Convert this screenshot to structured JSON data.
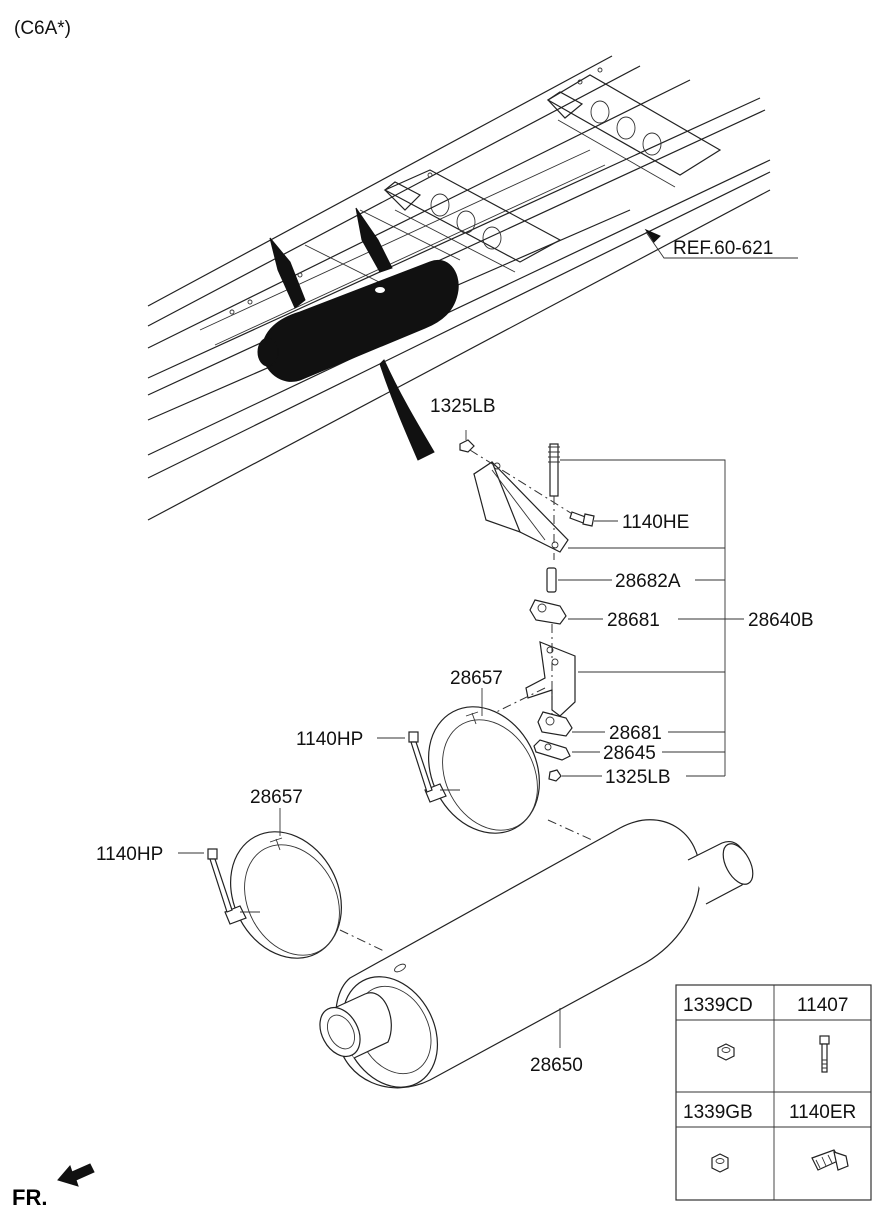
{
  "variant_label": "(C6A*)",
  "ref_label": "REF.60-621",
  "front_label": "FR.",
  "callouts": {
    "nut_top": "1325LB",
    "bolt_he": "1140HE",
    "pin": "28682A",
    "rubber_upper": "28681",
    "hanger_assy": "28640B",
    "rubber_lower": "28681",
    "washer": "28645",
    "nut_bottom": "1325LB",
    "band_upper": "28657",
    "bolt_hp_upper": "1140HP",
    "band_lower": "28657",
    "bolt_hp_lower": "1140HP",
    "muffler": "28650"
  },
  "legend": {
    "cells": [
      "1339CD",
      "11407",
      "1339GB",
      "1140ER"
    ],
    "icons": [
      "hex-nut-icon",
      "long-bolt-icon",
      "hex-nut-icon",
      "flange-bolt-icon"
    ]
  }
}
